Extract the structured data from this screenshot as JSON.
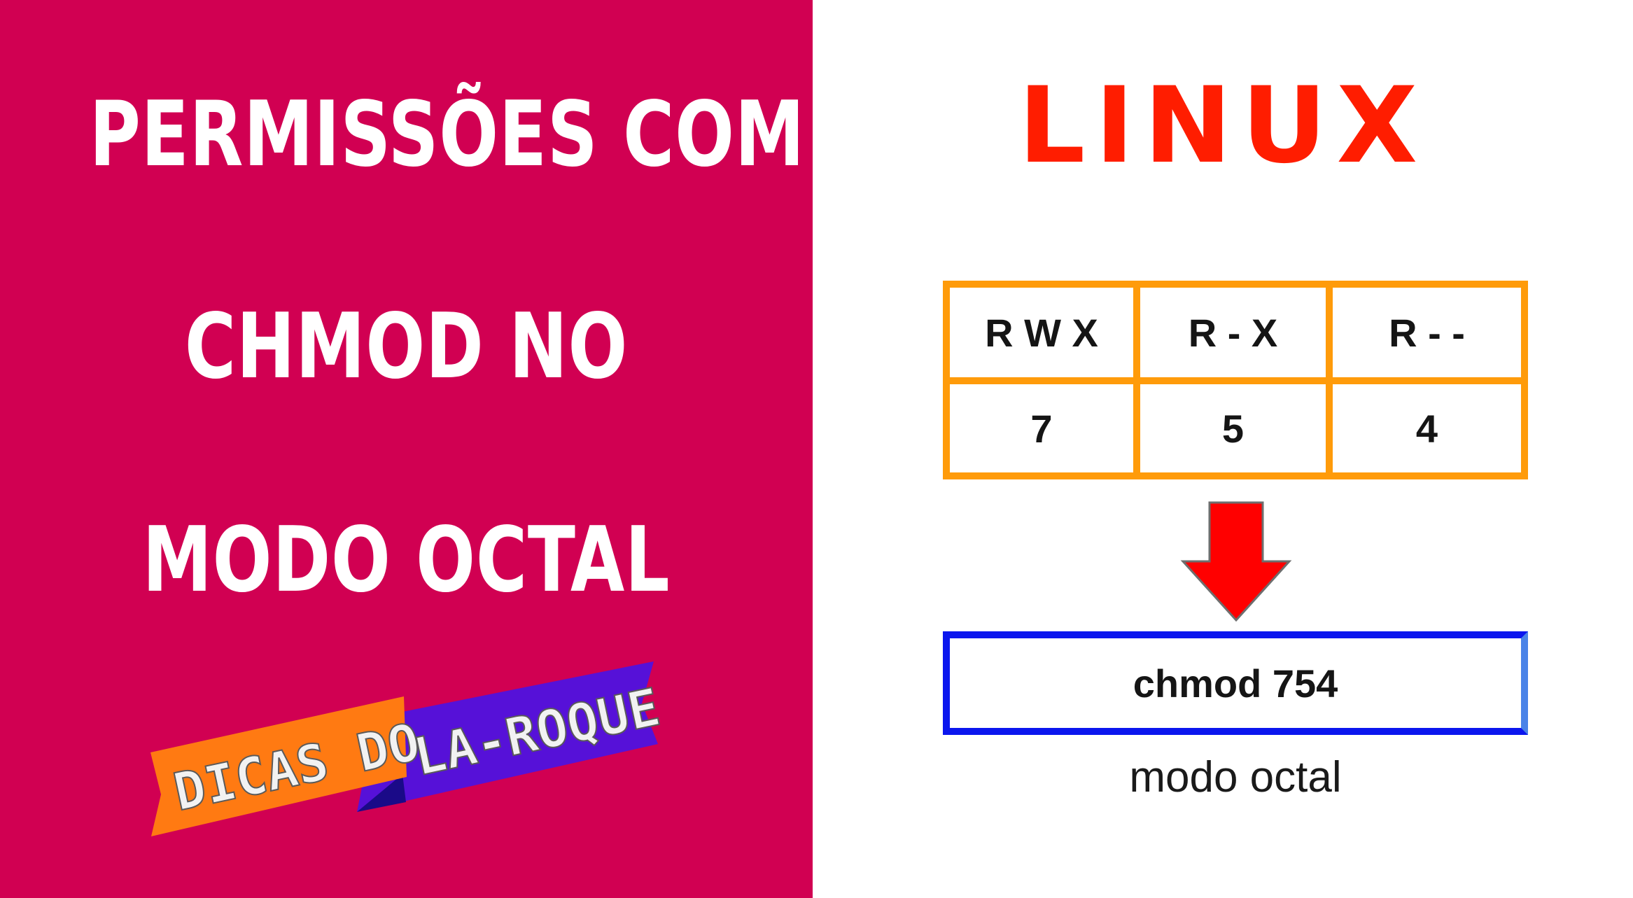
{
  "title": {
    "lines": [
      "PERMISSÕES COM",
      "CHMOD NO",
      "MODO OCTAL"
    ]
  },
  "badge": {
    "left_text": "DICAS DO",
    "right_text": "LA-ROQUE"
  },
  "heading": "LINUX",
  "permissions_table": {
    "symbols": [
      "R W X",
      "R - X",
      "R - -"
    ],
    "octal": [
      "7",
      "5",
      "4"
    ]
  },
  "command": {
    "text": "chmod 754",
    "caption": "modo octal"
  },
  "colors": {
    "left_background": "#d10052",
    "heading": "#ff1d00",
    "table_border": "#ff9b0a",
    "command_border": "#0b16ee",
    "arrow": "#ff0000",
    "badge_orange": "#ff7a12",
    "badge_purple": "#5611d8"
  },
  "icons": {
    "arrow": "down-arrow-icon"
  }
}
